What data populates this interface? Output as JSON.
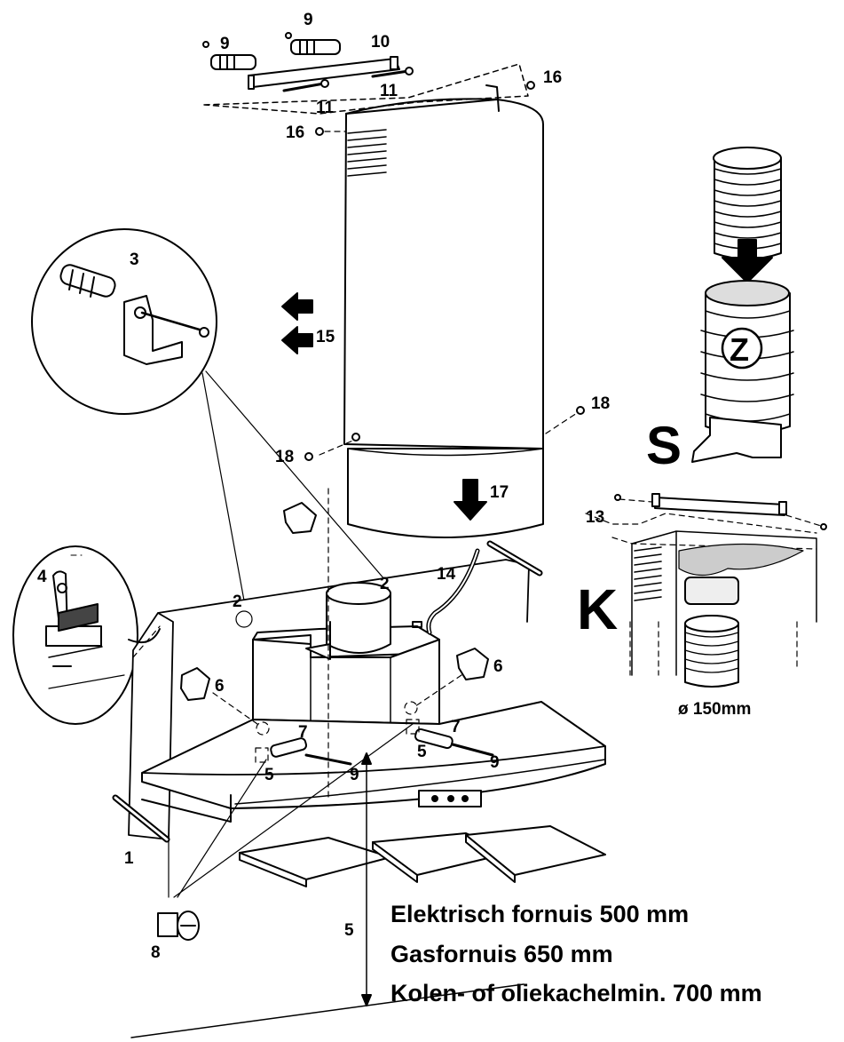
{
  "callouts": {
    "c9a": "9",
    "c9b": "9",
    "c10": "10",
    "c11a": "11",
    "c11b": "11",
    "c16a": "16",
    "c16b": "16",
    "c3": "3",
    "c15": "15",
    "c18a": "18",
    "c18b": "18",
    "c17": "17",
    "c13": "13",
    "c14": "14",
    "c4": "4",
    "c2a": "2",
    "c2b": "2",
    "c6a": "6",
    "c6b": "6",
    "c7a": "7",
    "c7b": "7",
    "c5a": "5",
    "c5b": "5",
    "c9c": "9",
    "c9d": "9",
    "c1": "1",
    "c8": "8",
    "c5c": "5"
  },
  "variants": {
    "s_label": "S",
    "z_label": "Z",
    "k_label": "K",
    "k_diameter": "ø 150mm"
  },
  "clearances": {
    "electric": "Elektrisch fornuis 500  mm",
    "gas": "Gasfornuis 650  mm",
    "coal_oil": "Kolen- of oliekachelmin. 700  mm"
  }
}
